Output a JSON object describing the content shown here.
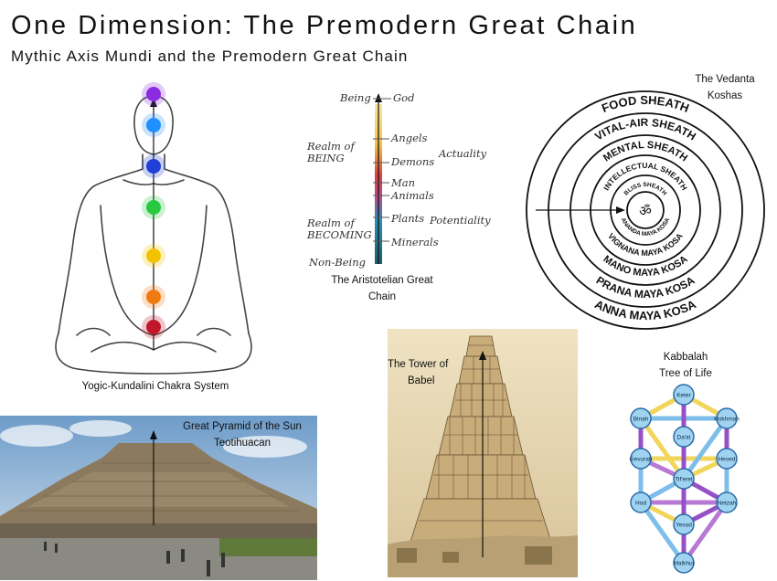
{
  "title": "One Dimension: The Premodern Great Chain",
  "subtitle": "Mythic Axis Mundi and the Premodern Great Chain",
  "chakra": {
    "caption": "Yogic-Kundalini Chakra System"
  },
  "aristotle": {
    "caption_line1": "The Aristotelian Great",
    "caption_line2": "Chain",
    "left_labels": {
      "being": "Being",
      "realm_being_1": "Realm of",
      "realm_being_2": "BEING",
      "realm_becoming_1": "Realm of",
      "realm_becoming_2": "BECOMING",
      "non_being": "Non-Being"
    },
    "right_labels": [
      "God",
      "Angels",
      "Demons",
      "Man",
      "Animals",
      "Plants",
      "Minerals"
    ],
    "far_labels": {
      "actuality": "Actuality",
      "potentiality": "Potentiality"
    }
  },
  "vedanta": {
    "caption_line1": "The Vedanta",
    "caption_line2": "Koshas",
    "sheaths": [
      "FOOD SHEATH",
      "VITAL-AIR SHEATH",
      "MENTAL SHEATH",
      "INTELLECTUAL SHEATH",
      "BLISS SHEATH"
    ],
    "koshas": [
      "ANNA MAYA KOSA",
      "PRANA MAYA KOSA",
      "MANO MAYA KOSA",
      "VIGNANA MAYA KOSA",
      "ANANDA MAYA KOSA"
    ],
    "center_symbol": "ॐ"
  },
  "babel": {
    "caption_line1": "The Tower of",
    "caption_line2": "Babel"
  },
  "pyramid": {
    "caption_line1": "Great Pyramid of the Sun",
    "caption_line2": "Teotihuacan"
  },
  "kabbalah": {
    "caption_line1": "Kabbalah",
    "caption_line2": "Tree of Life",
    "sephirot": [
      "Keter",
      "Binah",
      "Hokhmah",
      "Da'at",
      "Gevurah",
      "Hesed",
      "Tif'eret",
      "Hod",
      "Netzah",
      "Yesod",
      "Malkhut"
    ]
  },
  "colors": {
    "chakra": [
      "#8b2be2",
      "#1e90ff",
      "#1f3fd6",
      "#28c840",
      "#f2c200",
      "#f07a12",
      "#c0182a"
    ],
    "sephirah_fill": "#9fd3f0",
    "sephirah_stroke": "#2a6aa8"
  }
}
